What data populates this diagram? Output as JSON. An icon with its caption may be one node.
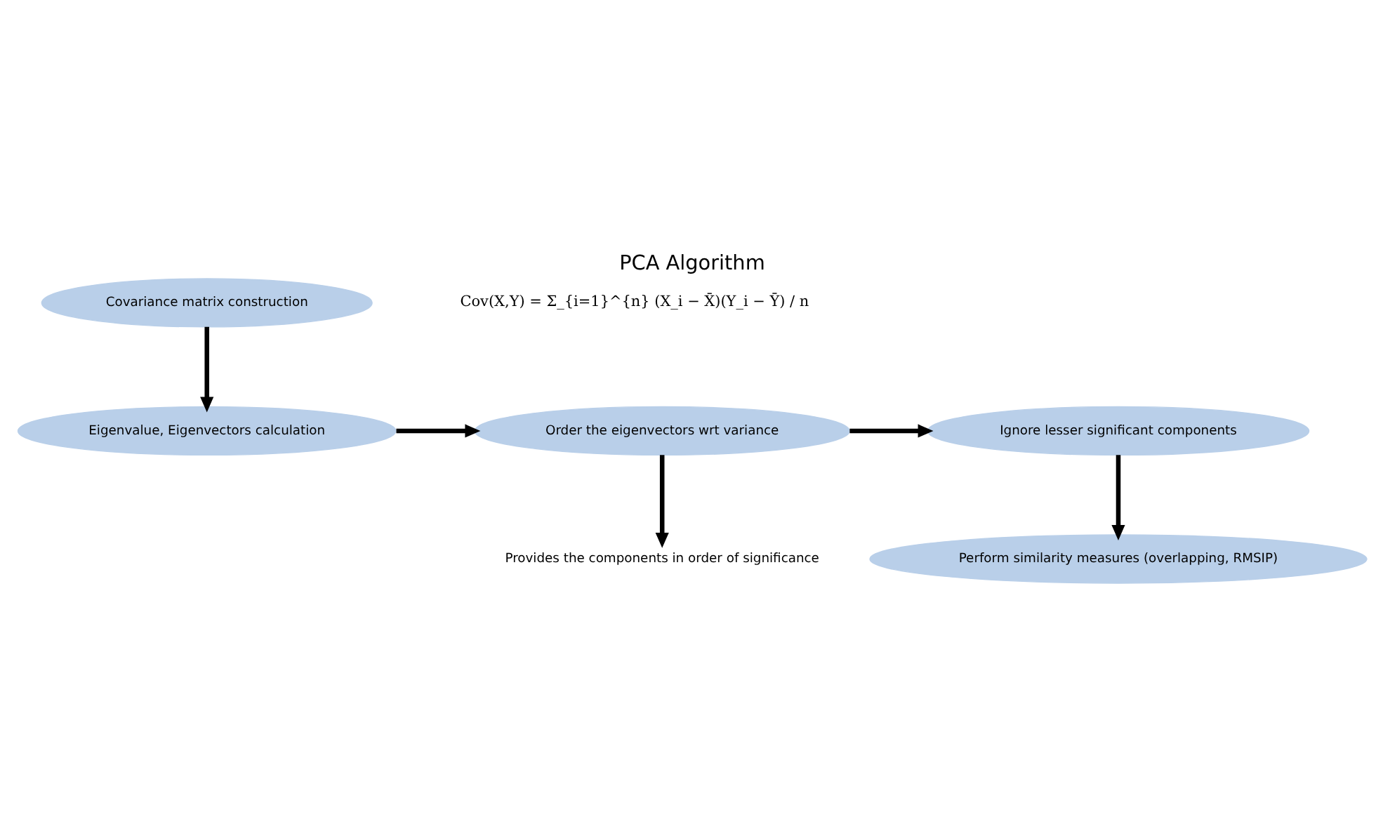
{
  "diagram": {
    "title": "PCA Algorithm",
    "nodes": [
      {
        "text": [
          "Covariance matrix construction"
        ]
      },
      {
        "text": [
          "Eigenvalue, Eigenvectors calculation"
        ]
      },
      {
        "text": [
          "Order the eigenvectors wrt variance"
        ]
      },
      {
        "text": [
          "Ignore lesser significant components"
        ]
      },
      {
        "text": [
          "Perform similarity measures (overlapping, RMSIP)"
        ]
      },
      {
        "text": [
          "Provides the components in order of significance"
        ]
      }
    ],
    "edges": [
      {
        "from": 0,
        "to": 1,
        "arrow": "to"
      },
      {
        "from": 1,
        "to": 2,
        "arrow": "to"
      },
      {
        "from": 2,
        "to": 3,
        "arrow": "to"
      },
      {
        "from": 3,
        "to": 4,
        "arrow": "to"
      },
      {
        "from": 2,
        "to": 5,
        "arrow": "to"
      }
    ],
    "labels": [
      "Cov(X,Y) = Σ_{i=1}^{n} (X_i − X̄)(Y_i − Ȳ) / n"
    ]
  }
}
